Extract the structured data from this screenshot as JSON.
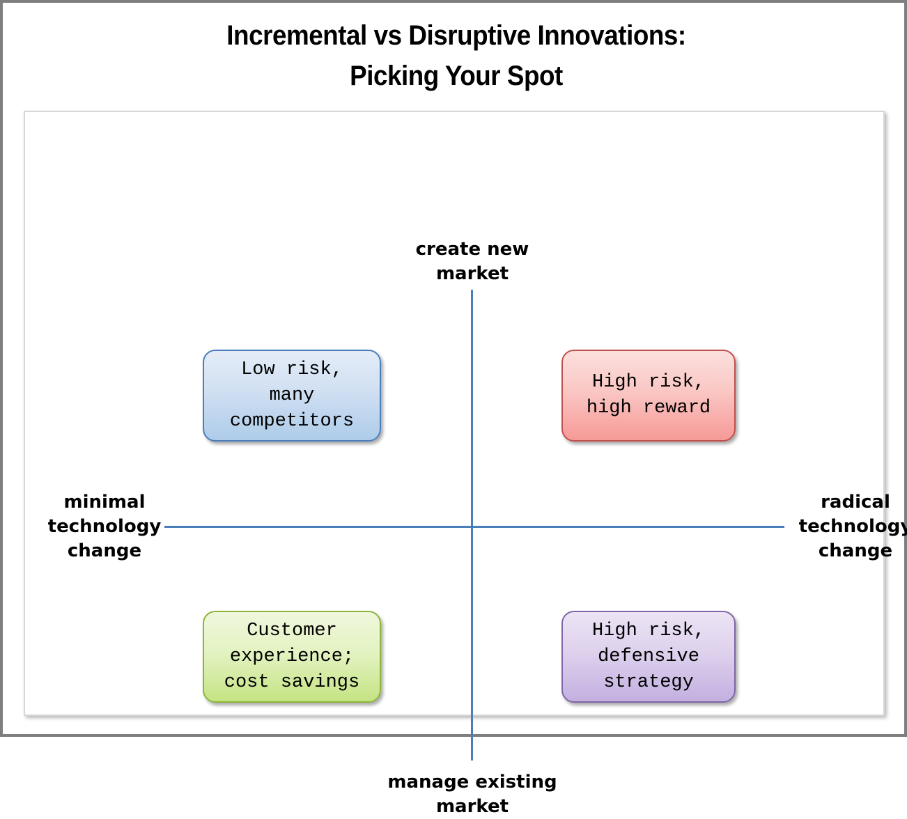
{
  "title": "Incremental vs Disruptive Innovations:\nPicking Your Spot",
  "axes": {
    "top_label": "create new\nmarket",
    "bottom_label": "manage existing\nmarket",
    "left_label": "minimal\ntechnology\nchange",
    "right_label": "radical\ntechnology\nchange",
    "line_color": "#4a7ebb"
  },
  "quadrants": [
    {
      "id": "top-left",
      "text": "Low risk,\nmany\ncompetitors",
      "fill_top": "#e4ecf7",
      "fill_bottom": "#aecce9",
      "border_color": "#4a7ebb"
    },
    {
      "id": "top-right",
      "text": "High risk,\nhigh reward",
      "fill_top": "#fbe0de",
      "fill_bottom": "#f69a97",
      "border_color": "#c0504d"
    },
    {
      "id": "bottom-left",
      "text": "Customer\nexperience;\ncost savings",
      "fill_top": "#f0f7dd",
      "fill_bottom": "#c5e383",
      "border_color": "#8bb63b"
    },
    {
      "id": "bottom-right",
      "text": "High risk,\ndefensive\nstrategy",
      "fill_top": "#ece4f4",
      "fill_bottom": "#c3b0e0",
      "border_color": "#8066a6"
    }
  ],
  "chart_data": {
    "type": "scatter",
    "title": "Incremental vs Disruptive Innovations: Picking Your Spot",
    "xlabel": "technology change",
    "ylabel": "market",
    "x_axis_labels": [
      "minimal technology change",
      "radical technology change"
    ],
    "y_axis_labels": [
      "manage existing market",
      "create new market"
    ],
    "grid": false,
    "legend": "none",
    "quadrant_labels": [
      {
        "quadrant": "top-left",
        "x": "minimal technology change",
        "y": "create new market",
        "label": "Low risk, many competitors"
      },
      {
        "quadrant": "top-right",
        "x": "radical technology change",
        "y": "create new market",
        "label": "High risk, high reward"
      },
      {
        "quadrant": "bottom-left",
        "x": "minimal technology change",
        "y": "manage existing market",
        "label": "Customer experience; cost savings"
      },
      {
        "quadrant": "bottom-right",
        "x": "radical technology change",
        "y": "manage existing market",
        "label": "High risk, defensive strategy"
      }
    ]
  }
}
